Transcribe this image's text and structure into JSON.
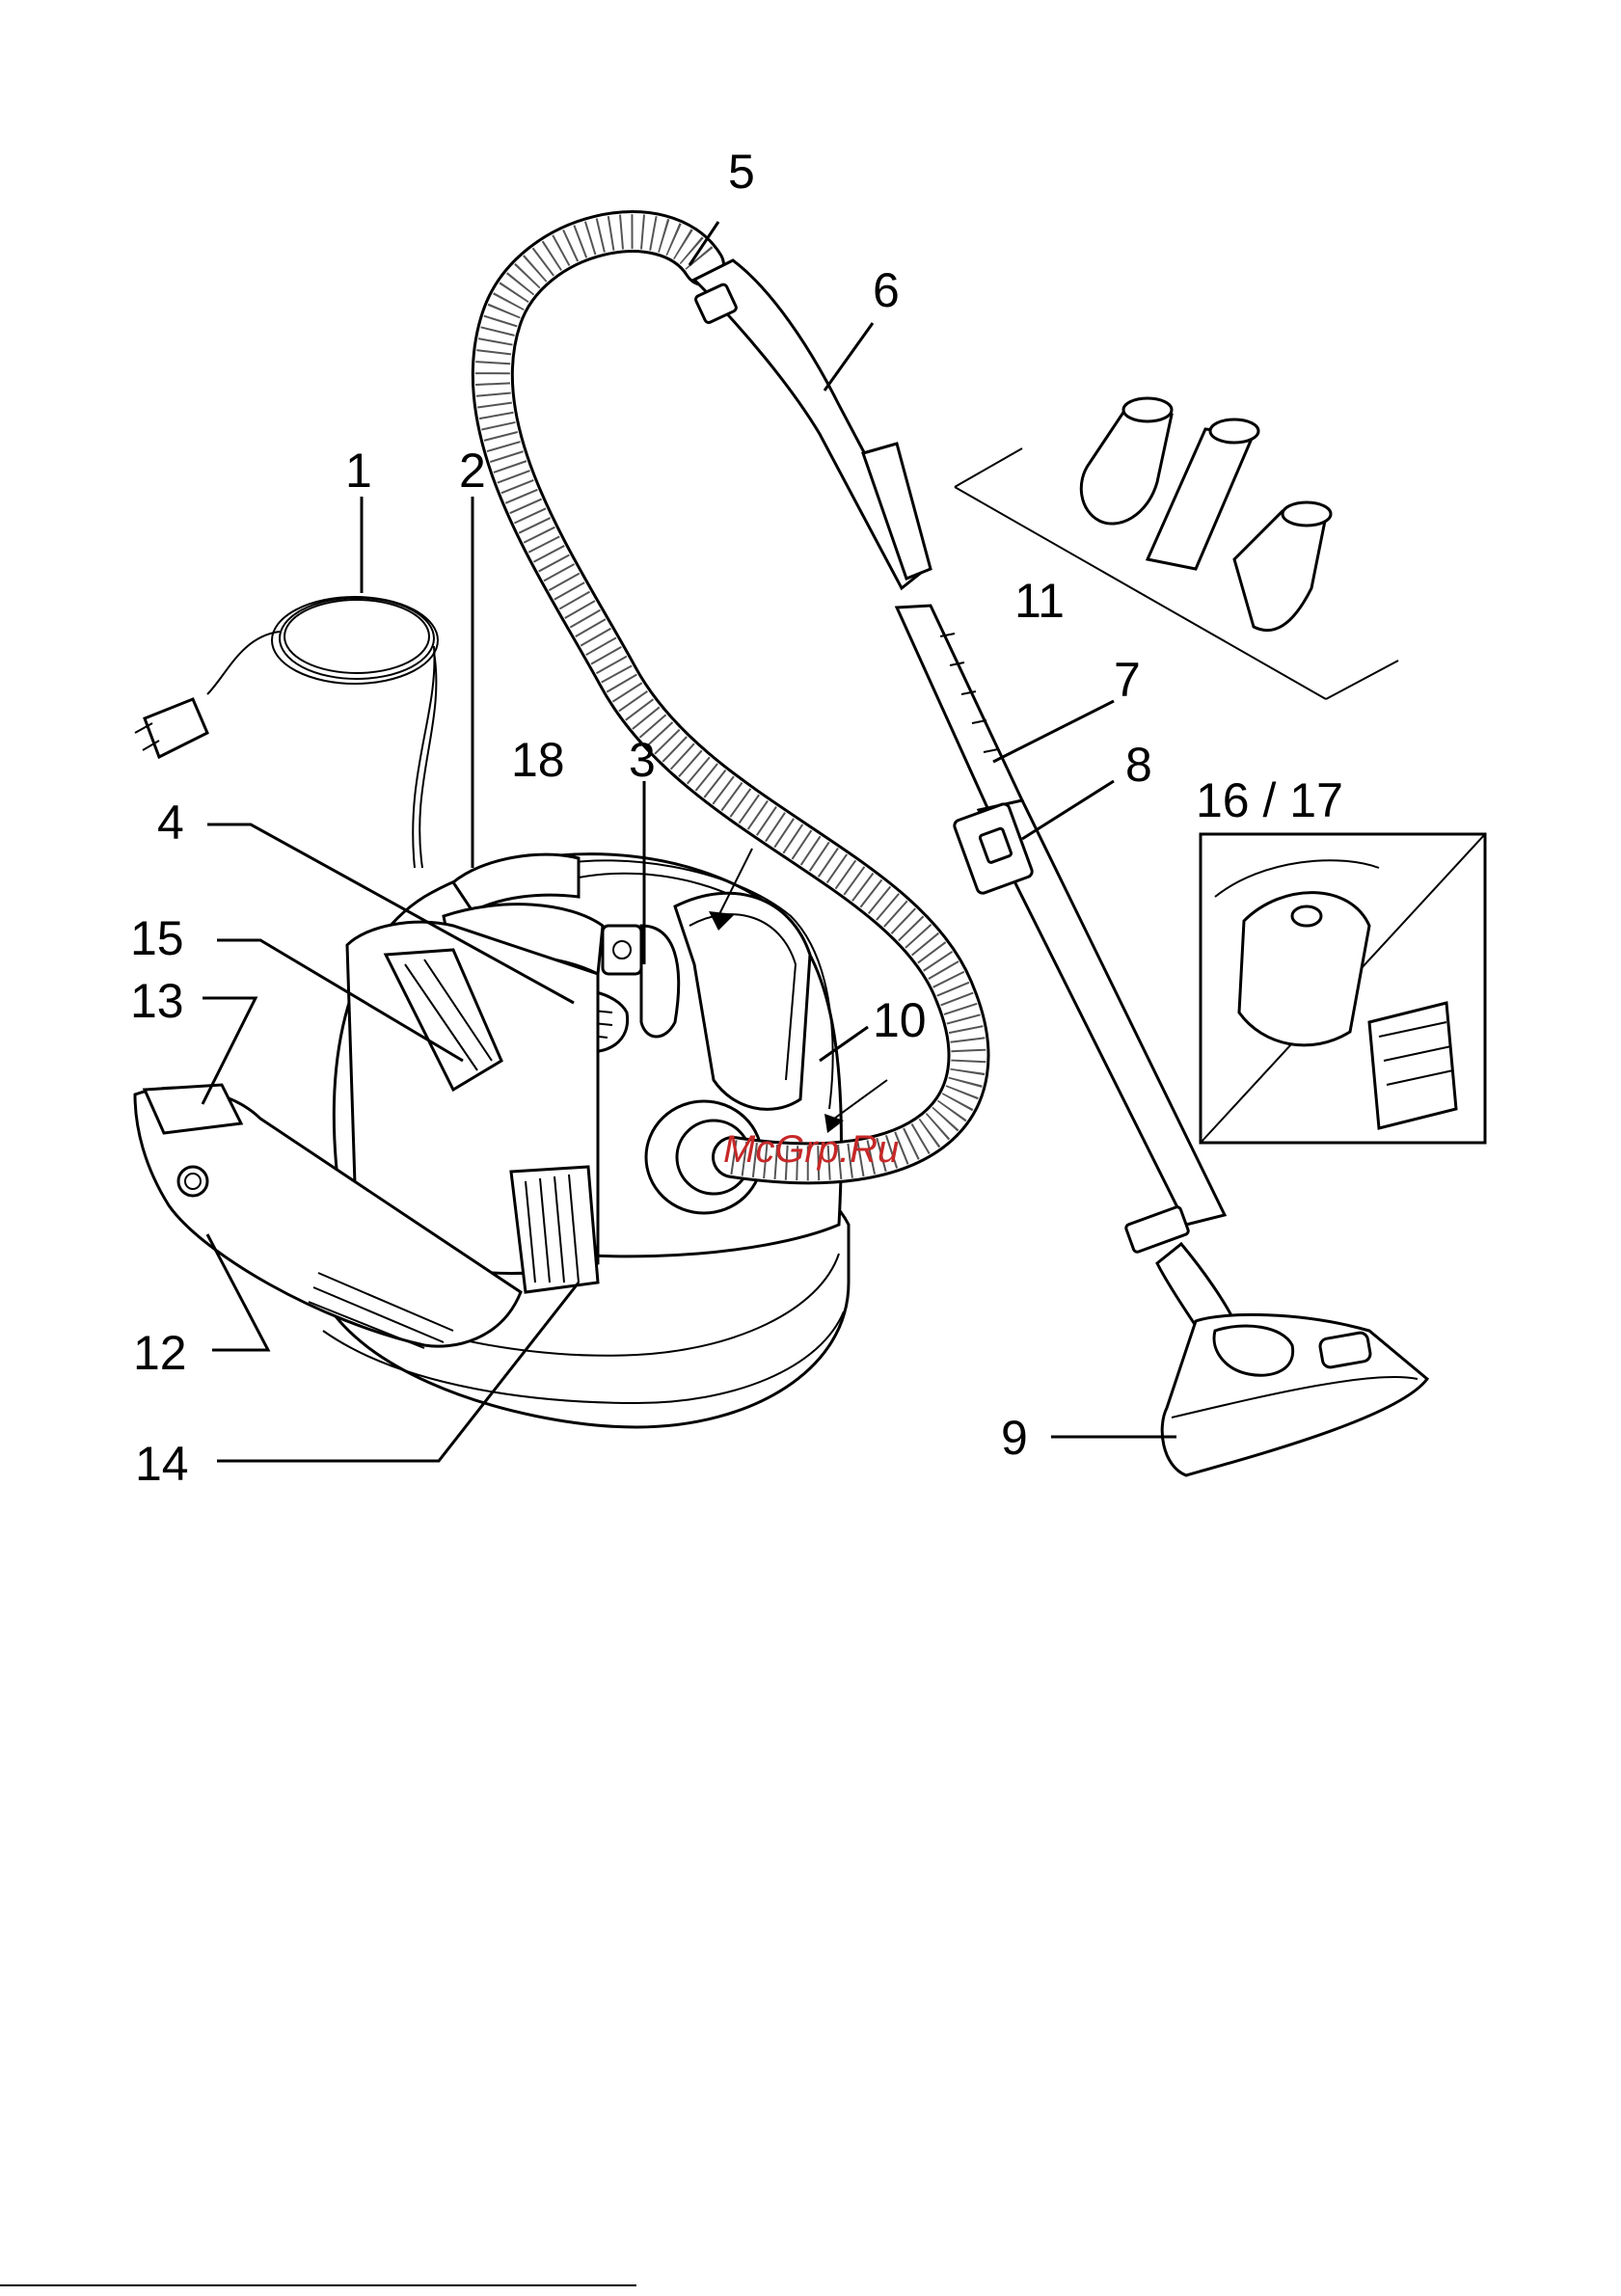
{
  "labels": {
    "l1": "1",
    "l2": "2",
    "l3": "3",
    "l4": "4",
    "l5": "5",
    "l6": "6",
    "l7": "7",
    "l8": "8",
    "l9": "9",
    "l10": "10",
    "l11": "11",
    "l12": "12",
    "l13": "13",
    "l14": "14",
    "l15": "15",
    "l16_17": "16 / 17",
    "l18": "18"
  },
  "watermark": "McGrp.Ru",
  "colors": {
    "line": "#000000",
    "background": "#ffffff",
    "watermark": "#c62828"
  }
}
